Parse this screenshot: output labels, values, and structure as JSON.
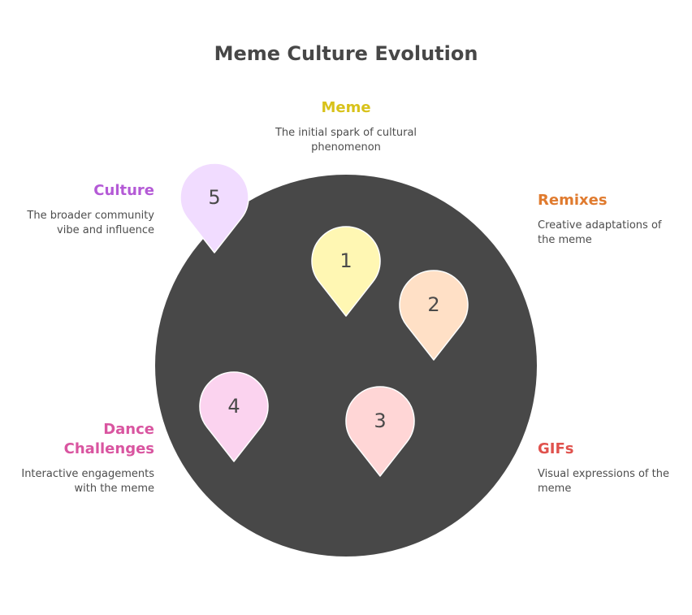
{
  "title": "Meme Culture Evolution",
  "colors": {
    "circle": "#484848",
    "pin_stroke": "#ffffff",
    "pin_text": "#4a4a4a"
  },
  "stages": [
    {
      "number": "1",
      "name": "Meme",
      "description": "The initial spark of cultural phenomenon",
      "pin_color": "#fff7b3",
      "heading_color": "#d8c21a"
    },
    {
      "number": "2",
      "name": "Remixes",
      "description": "Creative adaptations of the meme",
      "pin_color": "#ffe0c6",
      "heading_color": "#e07b2f"
    },
    {
      "number": "3",
      "name": "GIFs",
      "description": "Visual expressions of the meme",
      "pin_color": "#ffd6d6",
      "heading_color": "#e0524d"
    },
    {
      "number": "4",
      "name": "Dance Challenges",
      "description": "Interactive engagements with the meme",
      "pin_color": "#fbd3ef",
      "heading_color": "#d955a0"
    },
    {
      "number": "5",
      "name": "Culture",
      "description": "The broader community vibe and influence",
      "pin_color": "#f1dcff",
      "heading_color": "#b45ad6"
    }
  ]
}
